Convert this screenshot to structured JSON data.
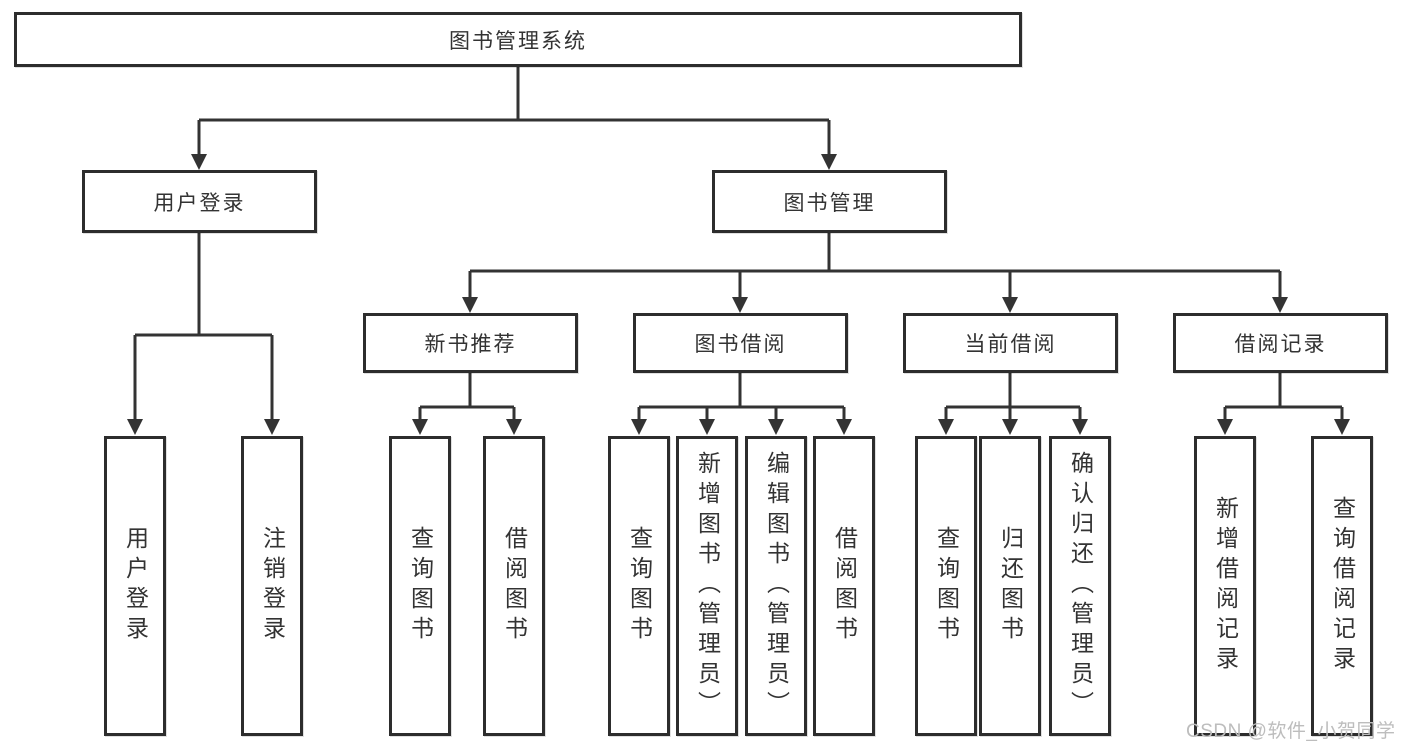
{
  "tree": {
    "root": {
      "label": "图书管理系统",
      "children": [
        {
          "label": "用户登录",
          "children": [
            {
              "label": "用户登录"
            },
            {
              "label": "注销登录"
            }
          ]
        },
        {
          "label": "图书管理",
          "children": [
            {
              "label": "新书推荐",
              "children": [
                {
                  "label": "查询图书"
                },
                {
                  "label": "借阅图书"
                }
              ]
            },
            {
              "label": "图书借阅",
              "children": [
                {
                  "label": "查询图书"
                },
                {
                  "label": "新增图书（管理员）"
                },
                {
                  "label": "编辑图书（管理员）"
                },
                {
                  "label": "借阅图书"
                }
              ]
            },
            {
              "label": "当前借阅",
              "children": [
                {
                  "label": "查询图书"
                },
                {
                  "label": "归还图书"
                },
                {
                  "label": "确认归还（管理员）"
                }
              ]
            },
            {
              "label": "借阅记录",
              "children": [
                {
                  "label": "新增借阅记录"
                },
                {
                  "label": "查询借阅记录"
                }
              ]
            }
          ]
        }
      ]
    }
  },
  "watermark": "CSDN @软件_小贺同学",
  "colors": {
    "line": "#333333",
    "box_border": "#2d2d2d",
    "box_fill": "#ffffff",
    "text": "#333333",
    "watermark": "#bdbdbd",
    "background": "#ffffff"
  }
}
